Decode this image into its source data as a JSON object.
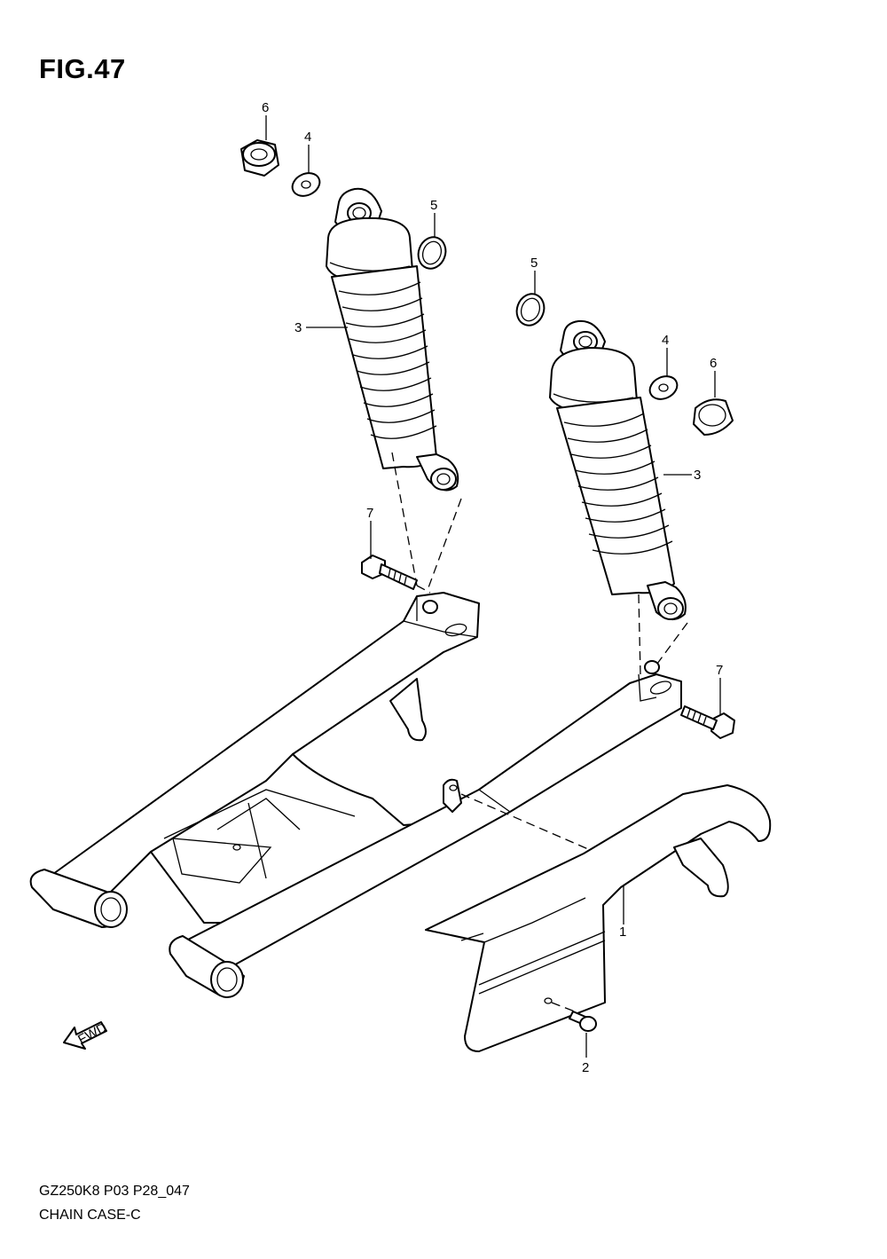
{
  "figure": {
    "title": "FIG.47"
  },
  "callouts": [
    "6",
    "4",
    "5",
    "3",
    "5",
    "4",
    "6",
    "3",
    "7",
    "7",
    "1",
    "2"
  ],
  "fwd_arrow": {
    "text": "FWD"
  },
  "footer": {
    "code": "GZ250K8 P03 P28_047",
    "name": "CHAIN CASE-C"
  }
}
